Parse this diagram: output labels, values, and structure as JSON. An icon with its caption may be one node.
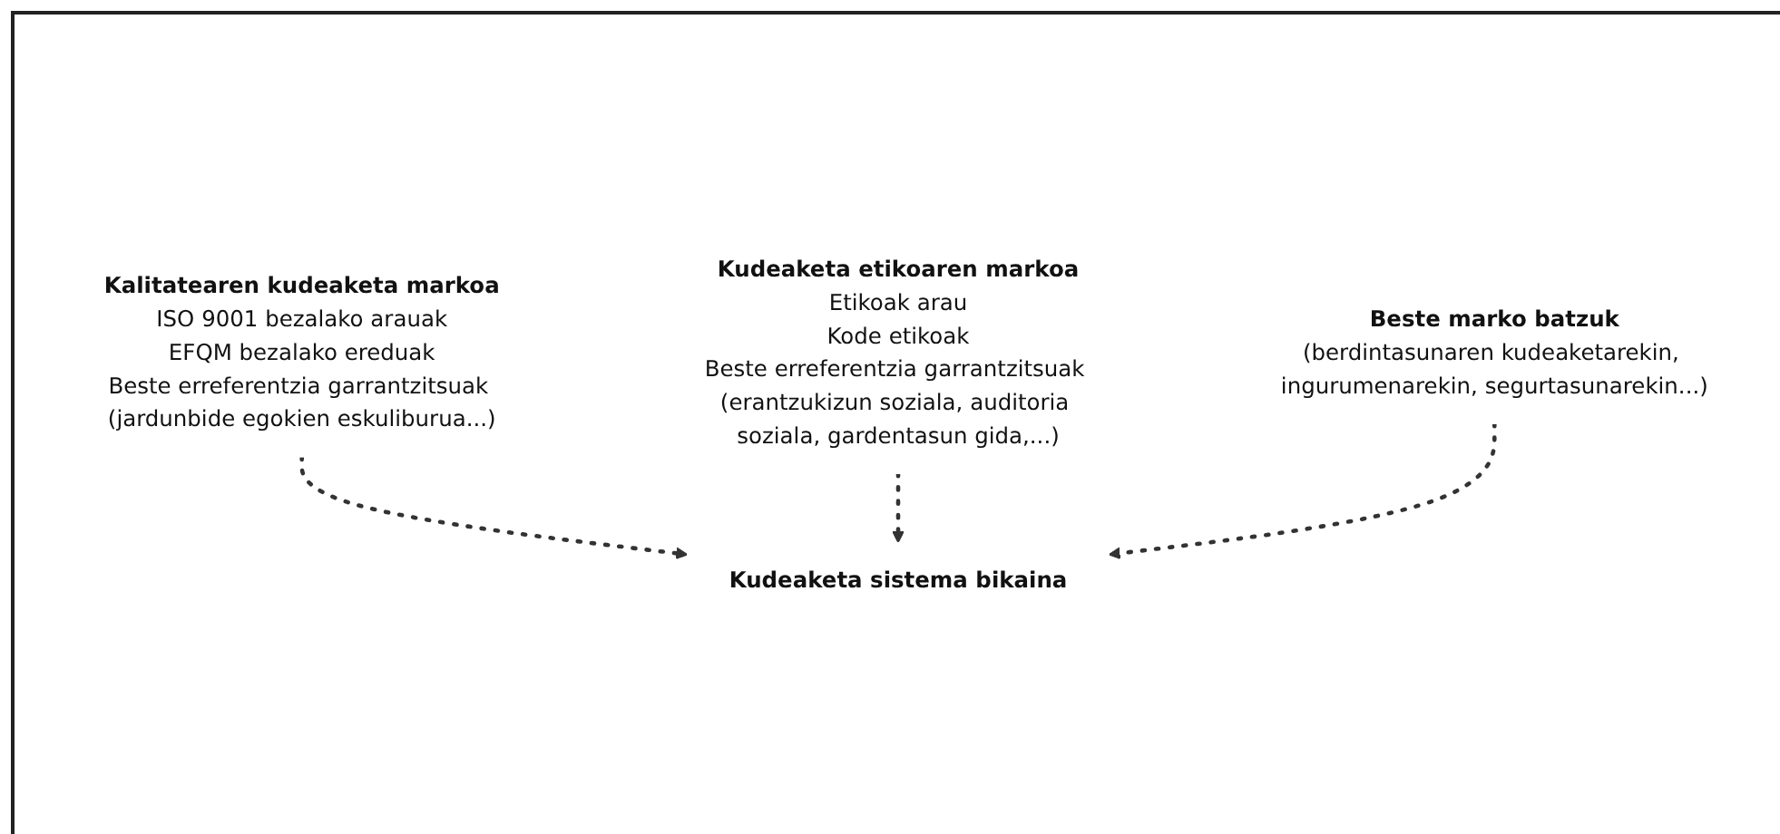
{
  "diagram": {
    "nodes": [
      {
        "text": [
          "Kalitatearen kudeaketa markoa",
          "ISO 9001 bezalako arauak",
          "EFQM bezalako ereduak",
          "Beste erreferentzia garrantzitsuak (jardunbide egokien eskuliburua...)"
        ]
      },
      {
        "text": [
          "Kudeaketa etikoaren markoa",
          "Etikoak arau",
          "Kode etikoak",
          "Beste erreferentzia garrantzitsuak (erantzukizun soziala, auditoria soziala, gardentasun gida,...)"
        ]
      },
      {
        "text": [
          "Beste marko batzuk",
          "(berdintasunaren kudeaketarekin, ingurumenarekin, segurtasunarekin...)"
        ]
      },
      {
        "text": [
          "Kudeaketa sistema bikaina"
        ]
      }
    ],
    "edges": [
      {
        "from": 0,
        "to": 3,
        "arrow": "to",
        "style": "dashed"
      },
      {
        "from": 1,
        "to": 3,
        "arrow": "to",
        "style": "dashed"
      },
      {
        "from": 2,
        "to": 3,
        "arrow": "to",
        "style": "dashed"
      }
    ]
  }
}
